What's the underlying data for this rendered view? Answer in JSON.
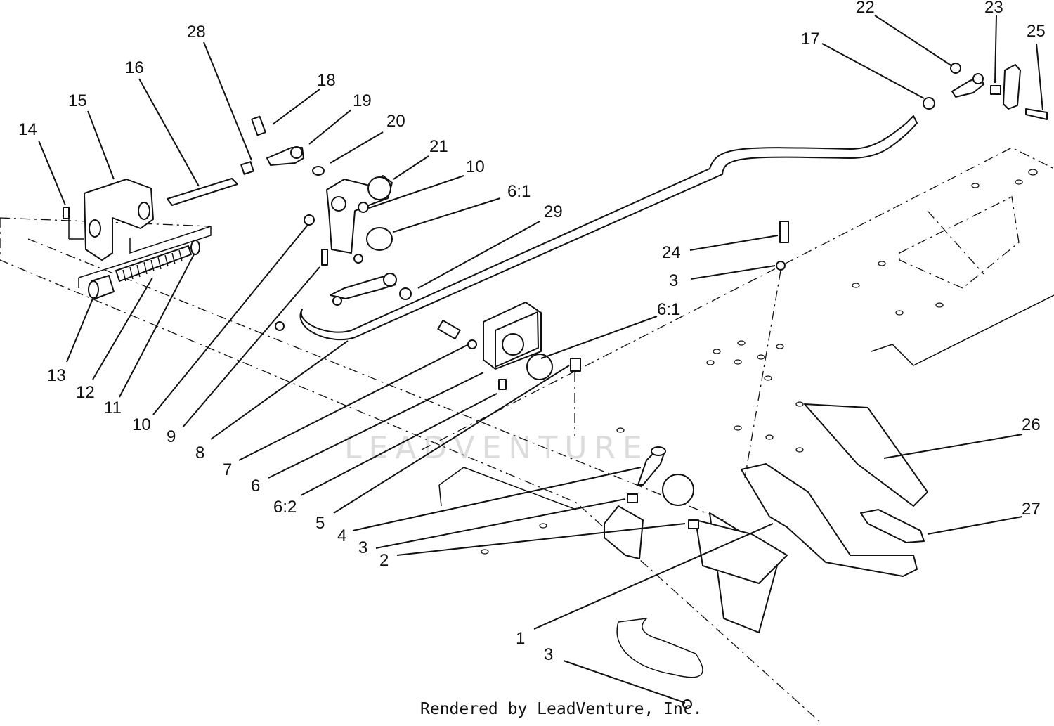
{
  "watermark": "LEADVENTURE",
  "credit": "Rendered by LeadVenture, Inc.",
  "callouts": [
    {
      "id": "28",
      "label": "28"
    },
    {
      "id": "16",
      "label": "16"
    },
    {
      "id": "15",
      "label": "15"
    },
    {
      "id": "14",
      "label": "14"
    },
    {
      "id": "18",
      "label": "18"
    },
    {
      "id": "19",
      "label": "19"
    },
    {
      "id": "20",
      "label": "20"
    },
    {
      "id": "21",
      "label": "21"
    },
    {
      "id": "10a",
      "label": "10"
    },
    {
      "id": "6-1a",
      "label": "6:1"
    },
    {
      "id": "29",
      "label": "29"
    },
    {
      "id": "13",
      "label": "13"
    },
    {
      "id": "12",
      "label": "12"
    },
    {
      "id": "11",
      "label": "11"
    },
    {
      "id": "10b",
      "label": "10"
    },
    {
      "id": "9",
      "label": "9"
    },
    {
      "id": "8",
      "label": "8"
    },
    {
      "id": "7",
      "label": "7"
    },
    {
      "id": "6",
      "label": "6"
    },
    {
      "id": "6-2",
      "label": "6:2"
    },
    {
      "id": "5",
      "label": "5"
    },
    {
      "id": "4",
      "label": "4"
    },
    {
      "id": "3a",
      "label": "3"
    },
    {
      "id": "2",
      "label": "2"
    },
    {
      "id": "6-1b",
      "label": "6:1"
    },
    {
      "id": "24",
      "label": "24"
    },
    {
      "id": "3b",
      "label": "3"
    },
    {
      "id": "22",
      "label": "22"
    },
    {
      "id": "23",
      "label": "23"
    },
    {
      "id": "25",
      "label": "25"
    },
    {
      "id": "17",
      "label": "17"
    },
    {
      "id": "26",
      "label": "26"
    },
    {
      "id": "27",
      "label": "27"
    },
    {
      "id": "1",
      "label": "1"
    },
    {
      "id": "3c",
      "label": "3"
    }
  ]
}
